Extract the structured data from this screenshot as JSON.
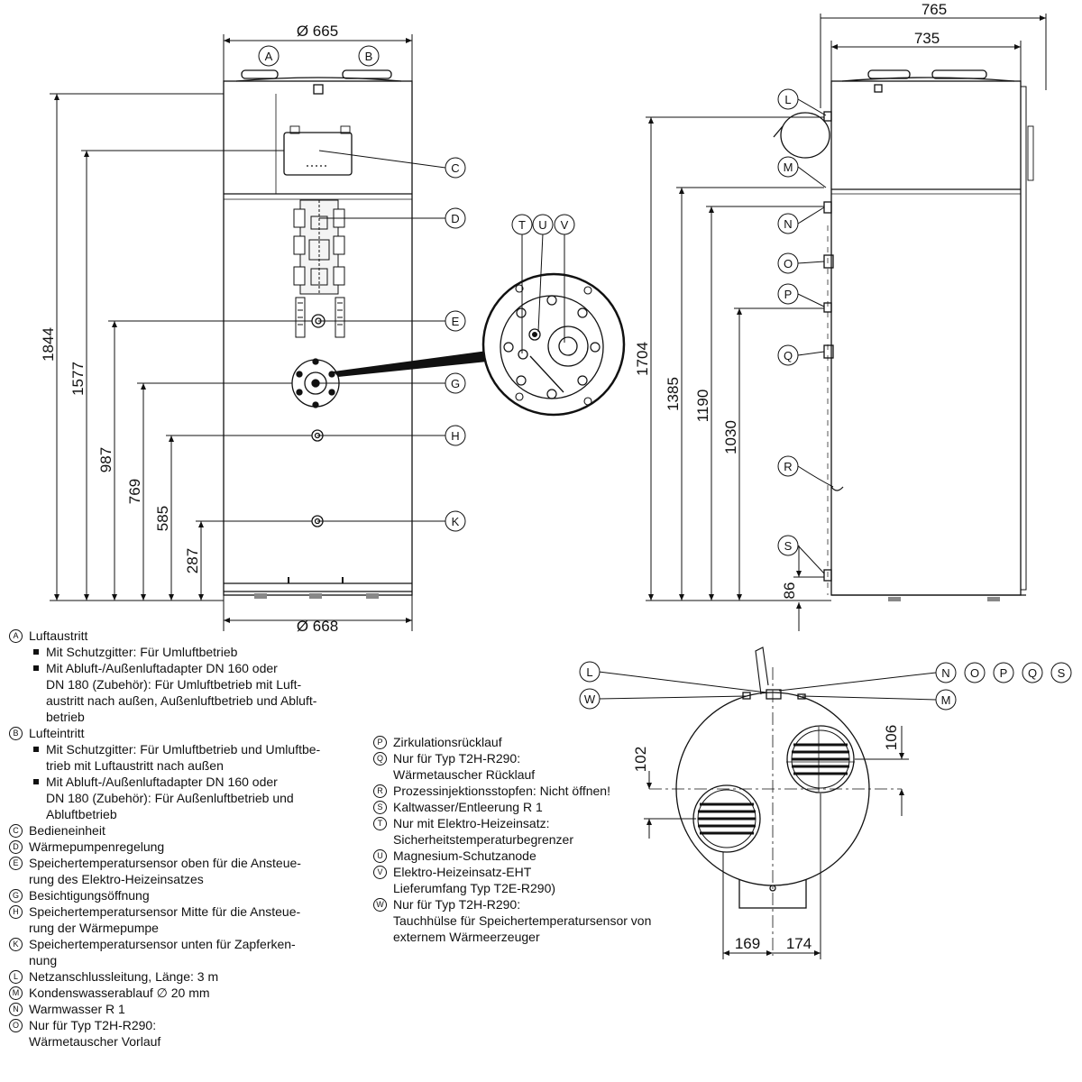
{
  "dimensions": {
    "front_width_top": "Ø 665",
    "front_width_bottom": "Ø 668",
    "front_heights": [
      "1844",
      "1577",
      "987",
      "769",
      "585",
      "287"
    ],
    "side_width_outer": "765",
    "side_width_inner": "735",
    "side_heights": [
      "1704",
      "1385",
      "1190",
      "1030"
    ],
    "side_bottom": "86",
    "top_offsets": [
      "106",
      "102"
    ],
    "top_widths": [
      "169",
      "174"
    ]
  },
  "callouts": {
    "front": [
      "A",
      "B",
      "C",
      "D",
      "E",
      "G",
      "H",
      "K"
    ],
    "detail": [
      "T",
      "U",
      "V"
    ],
    "side": [
      "L",
      "M",
      "N",
      "O",
      "P",
      "Q",
      "R",
      "S"
    ],
    "top_left": [
      "L",
      "W"
    ],
    "top_right_group": [
      "N",
      "O",
      "P",
      "Q",
      "S"
    ],
    "top_right_single": "M"
  },
  "legend_left": [
    {
      "key": "A",
      "text": "Luftaustritt",
      "bullets": [
        "Mit Schutzgitter: Für Umluftbetrieb",
        "Mit Abluft-/Außenluftadapter DN 160 oder\nDN 180 (Zubehör): Für Umluftbetrieb mit Luft-\naustritt nach außen, Außenluftbetrieb und Abluft-\nbetrieb"
      ]
    },
    {
      "key": "B",
      "text": "Lufteintritt",
      "bullets": [
        "Mit Schutzgitter: Für Umluftbetrieb und Umluftbe-\ntrieb mit Luftaustritt nach außen",
        "Mit Abluft-/Außenluftadapter DN 160 oder\nDN 180 (Zubehör): Für Außenluftbetrieb und\nAbluftbetrieb"
      ]
    },
    {
      "key": "C",
      "text": "Bedieneinheit",
      "bullets": []
    },
    {
      "key": "D",
      "text": "Wärmepumpenregelung",
      "bullets": []
    },
    {
      "key": "E",
      "text": "Speichertemperatursensor oben für die Ansteue-\nrung des Elektro-Heizeinsatzes",
      "bullets": []
    },
    {
      "key": "G",
      "text": "Besichtigungsöffnung",
      "bullets": []
    },
    {
      "key": "H",
      "text": "Speichertemperatursensor Mitte für die Ansteue-\nrung der Wärmepumpe",
      "bullets": []
    },
    {
      "key": "K",
      "text": "Speichertemperatursensor unten für Zapferken-\nnung",
      "bullets": []
    },
    {
      "key": "L",
      "text": "Netzanschlussleitung, Länge: 3 m",
      "bullets": []
    },
    {
      "key": "M",
      "text": "Kondenswasserablauf ∅ 20 mm",
      "bullets": []
    },
    {
      "key": "N",
      "text": "Warmwasser R 1",
      "bullets": []
    },
    {
      "key": "O",
      "text": "Nur für Typ T2H-R290:\nWärmetauscher Vorlauf",
      "bullets": []
    }
  ],
  "legend_right": [
    {
      "key": "P",
      "text": "Zirkulationsrücklauf"
    },
    {
      "key": "Q",
      "text": "Nur für Typ T2H-R290:\nWärmetauscher Rücklauf"
    },
    {
      "key": "R",
      "text": "Prozessinjektionsstopfen: Nicht öffnen!"
    },
    {
      "key": "S",
      "text": "Kaltwasser/Entleerung R 1"
    },
    {
      "key": "T",
      "text": "Nur mit Elektro-Heizeinsatz:\nSicherheitstemperaturbegrenzer"
    },
    {
      "key": "U",
      "text": "Magnesium-Schutzanode"
    },
    {
      "key": "V",
      "text": "Elektro-Heizeinsatz-EHT\nLieferumfang Typ T2E-R290)"
    },
    {
      "key": "W",
      "text": "Nur für Typ T2H-R290:\nTauchhülse für Speichertemperatursensor von\nexternem Wärmeerzeuger"
    }
  ]
}
